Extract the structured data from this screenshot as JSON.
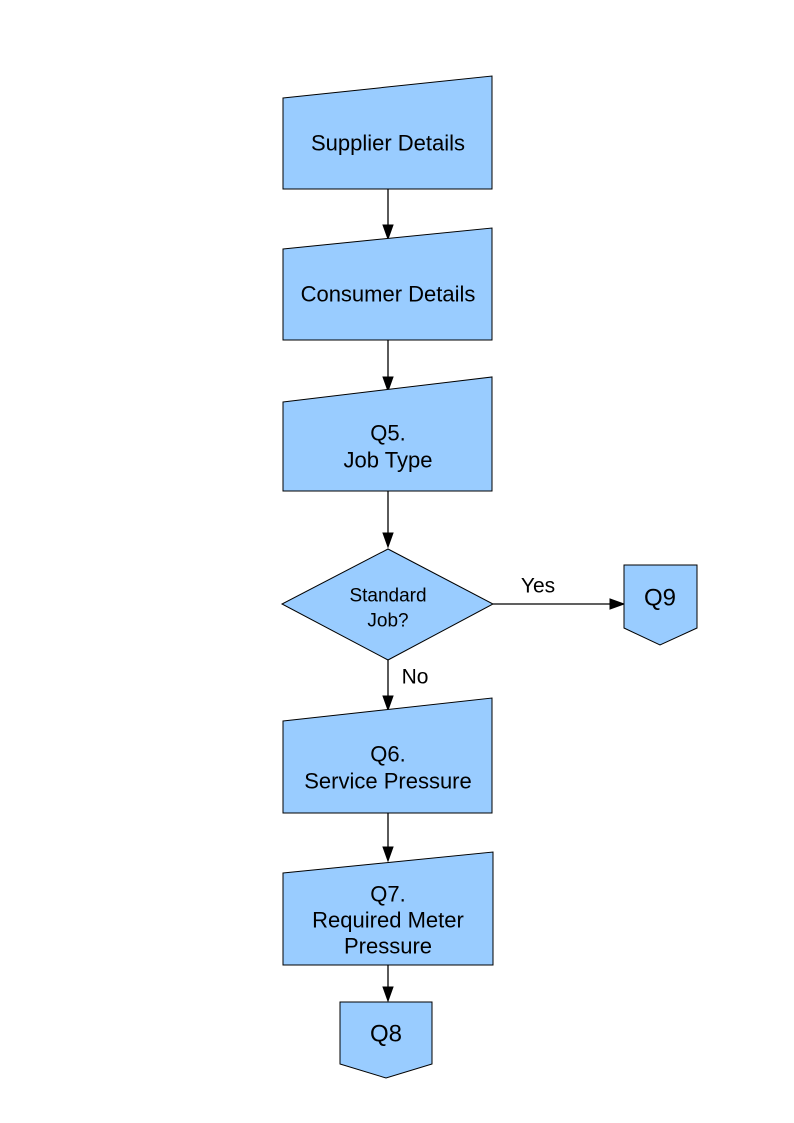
{
  "page": {
    "background": "#FFFFFF"
  },
  "diagram": {
    "colors": {
      "node_fill": "#99CCFF",
      "node_border": "#000000",
      "connector": "#000000",
      "label_text": "#000000"
    },
    "nodes": {
      "supplier_details": {
        "shape": "manual-input",
        "lines": [
          "Supplier Details"
        ]
      },
      "consumer_details": {
        "shape": "manual-input",
        "lines": [
          "Consumer Details"
        ]
      },
      "q5_job_type": {
        "shape": "manual-input",
        "lines": [
          "Q5.",
          "Job Type"
        ]
      },
      "standard_job_decision": {
        "shape": "decision",
        "lines": [
          "Standard",
          "Job?"
        ]
      },
      "q9_connector": {
        "shape": "off-page-connector",
        "lines": [
          "Q9"
        ]
      },
      "q6_service_pressure": {
        "shape": "manual-input",
        "lines": [
          "Q6.",
          "Service Pressure"
        ]
      },
      "q7_required_meter_pressure": {
        "shape": "manual-input",
        "lines": [
          "Q7.",
          "Required Meter",
          "Pressure"
        ]
      },
      "q8_connector": {
        "shape": "off-page-connector",
        "lines": [
          "Q8"
        ]
      }
    },
    "edges": {
      "yes_label": "Yes",
      "no_label": "No"
    }
  }
}
